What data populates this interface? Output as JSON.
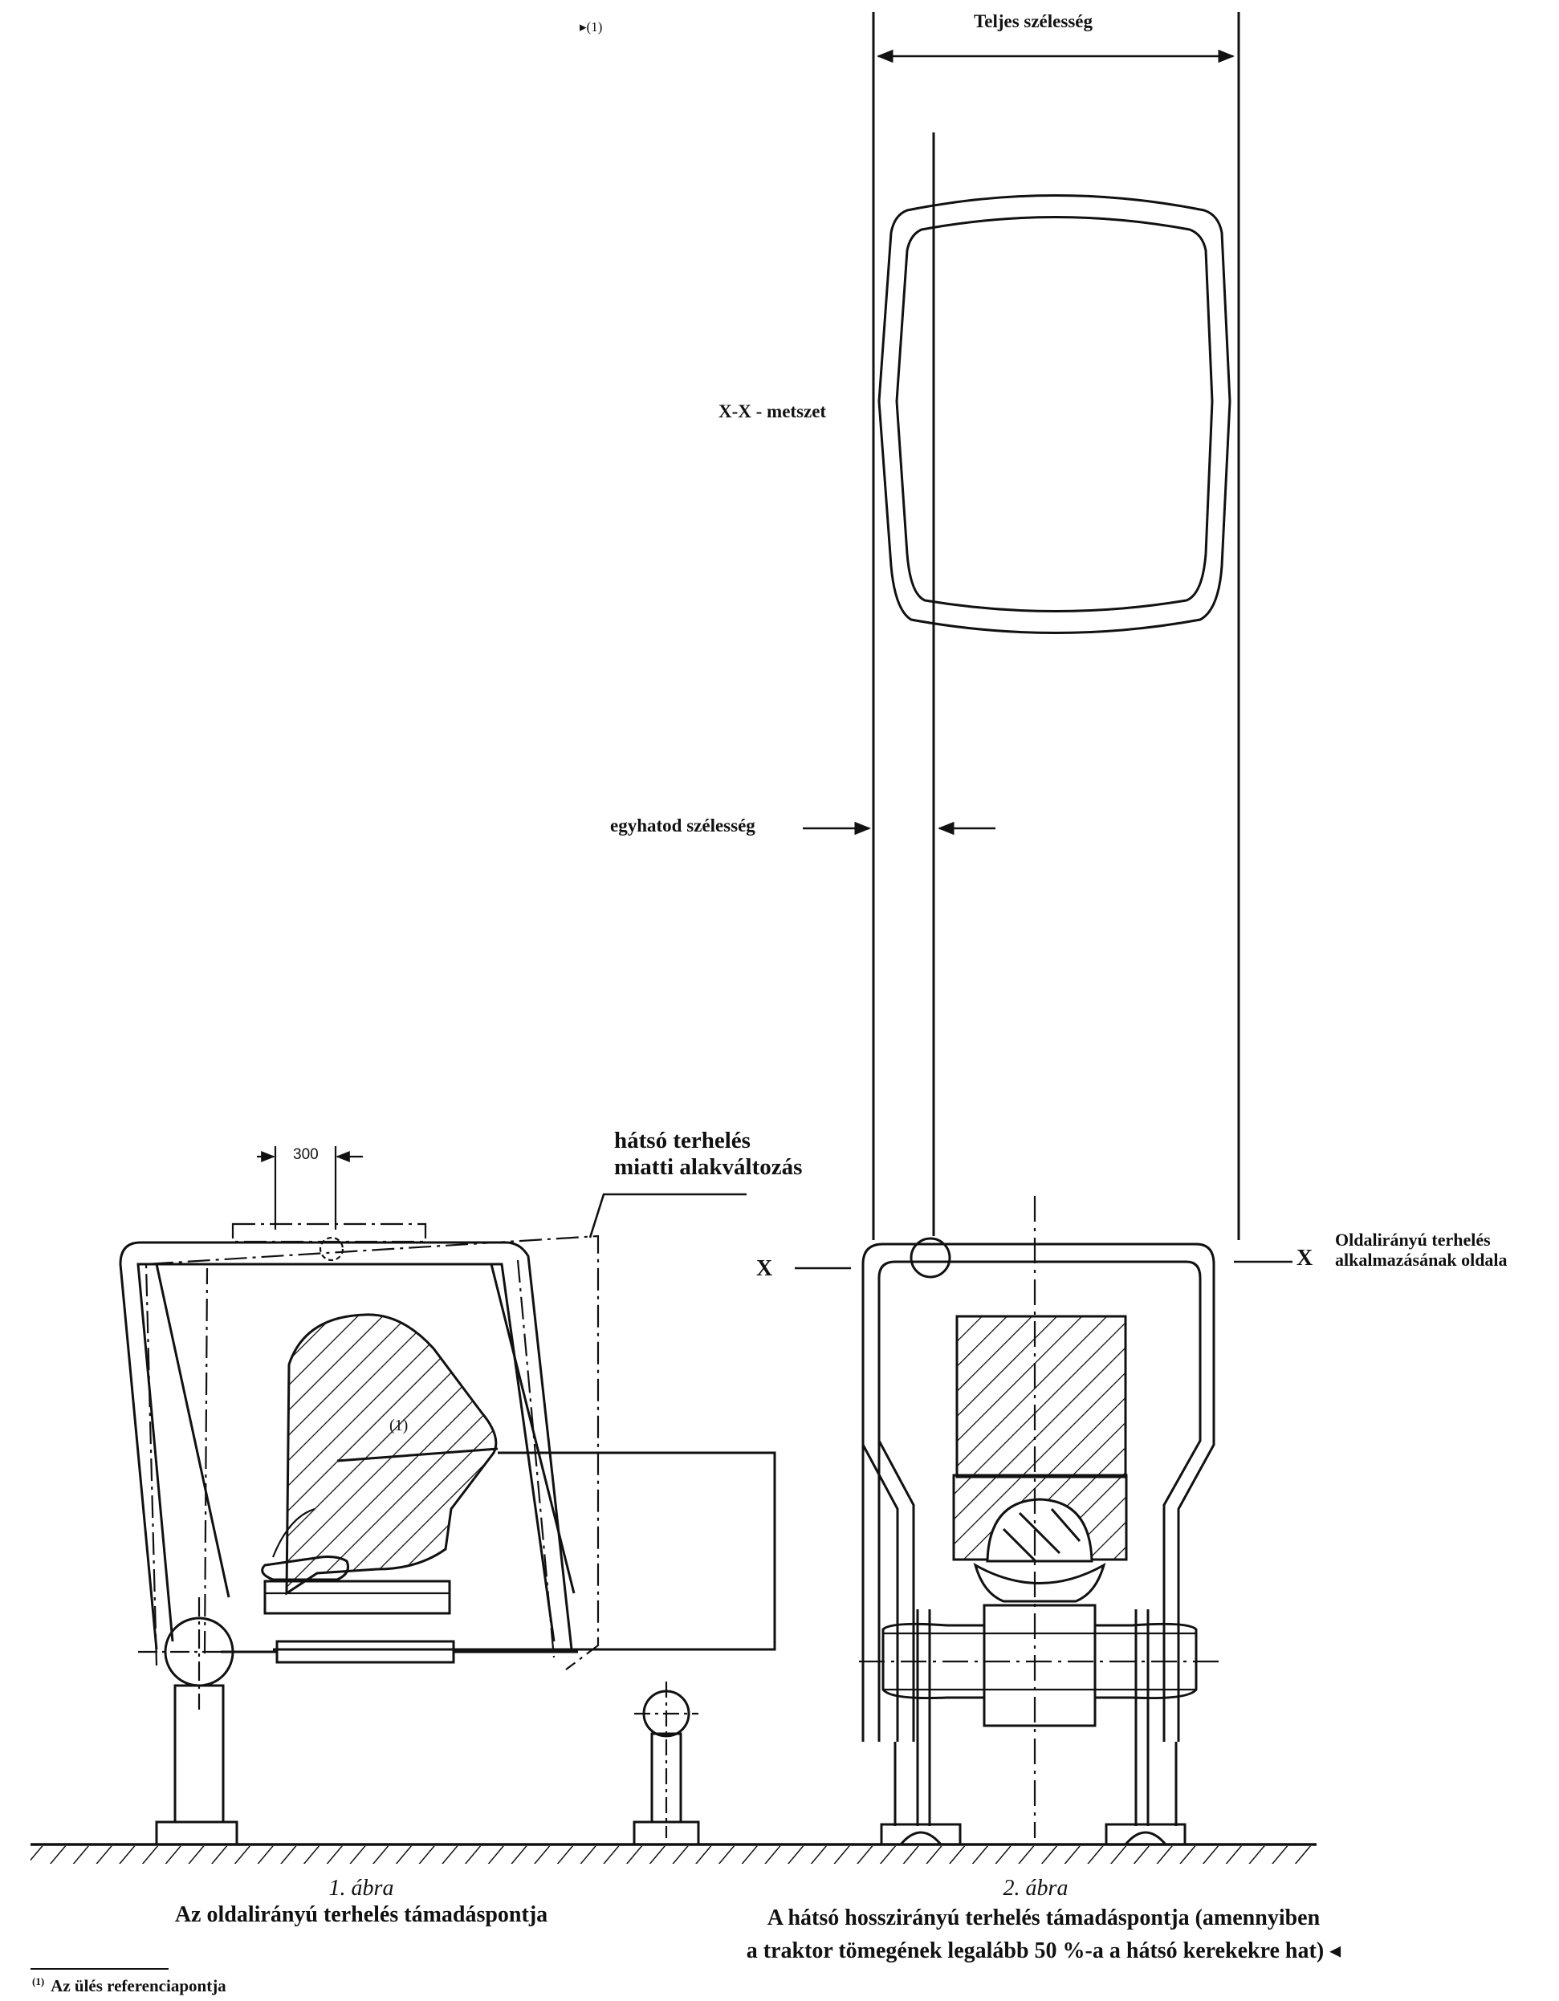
{
  "header_marker": "▸(1)",
  "labels": {
    "full_width": "Teljes szélesség",
    "section_xx": "X-X - metszet",
    "one_sixth_width": "egyhatod szélesség",
    "rear_load_deformation_line1": "hátsó terhelés",
    "rear_load_deformation_line2": "miatti alakváltozás",
    "dimension_300": "300",
    "seat_ref_marker": "(1)",
    "x_left": "X",
    "x_right": "X",
    "lateral_side_line1": "Oldalirányú terhelés",
    "lateral_side_line2": "alkalmazásának oldala"
  },
  "figure1": {
    "number": "1. ábra",
    "caption": "Az oldalirányú terhelés támadáspontja"
  },
  "figure2": {
    "number": "2. ábra",
    "caption_line1": "A hátsó hosszirányú terhelés támadáspontja (amennyiben",
    "caption_line2": "a traktor tömegének legalább 50 %-a a hátsó kerekekre hat) ◂"
  },
  "footnote": {
    "marker": "(1)",
    "text": "Az ülés referenciapontja"
  }
}
